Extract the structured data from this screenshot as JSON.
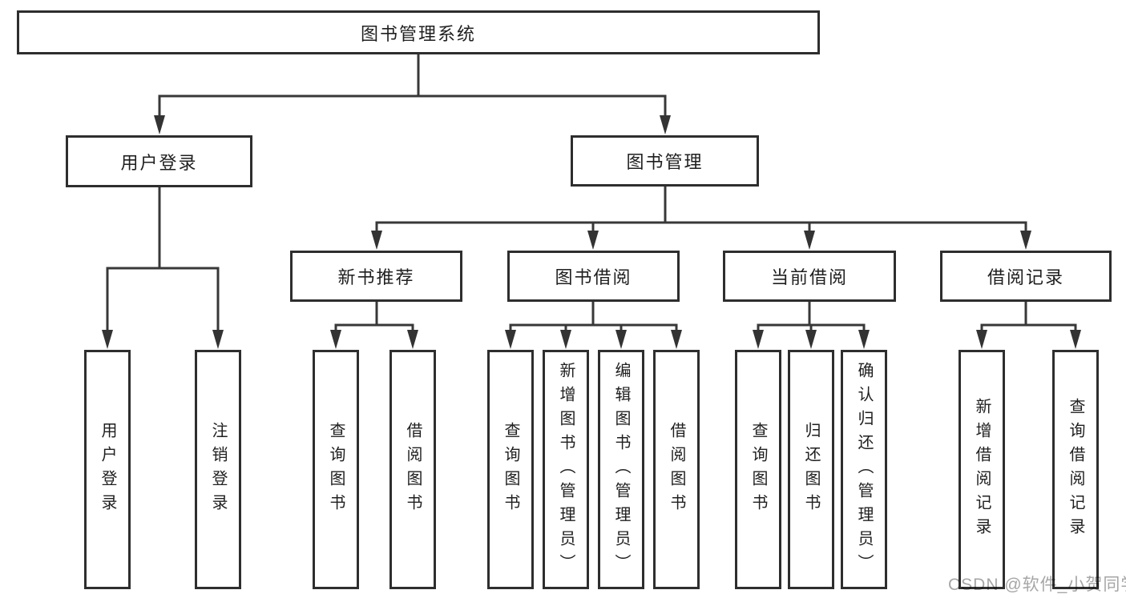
{
  "diagram": {
    "root": {
      "label": "图书管理系统"
    },
    "level2": [
      {
        "label": "用户登录",
        "children": [
          "用户登录",
          "注销登录"
        ]
      },
      {
        "label": "图书管理"
      }
    ],
    "level3": [
      {
        "label": "新书推荐",
        "children": [
          "查询图书",
          "借阅图书"
        ]
      },
      {
        "label": "图书借阅",
        "children": [
          "查询图书",
          "新增图书（管理员）",
          "编辑图书（管理员）",
          "借阅图书"
        ]
      },
      {
        "label": "当前借阅",
        "children": [
          "查询图书",
          "归还图书",
          "确认归还（管理员）"
        ]
      },
      {
        "label": "借阅记录",
        "children": [
          "新增借阅记录",
          "查询借阅记录"
        ]
      }
    ]
  },
  "watermark": {
    "text": "CSDN @软件_小贺同学"
  },
  "colors": {
    "line": "#383838",
    "border": "#2e2e2e",
    "text": "#1f1f1f",
    "watermark": "#a6a6a6",
    "background": "#ffffff"
  }
}
